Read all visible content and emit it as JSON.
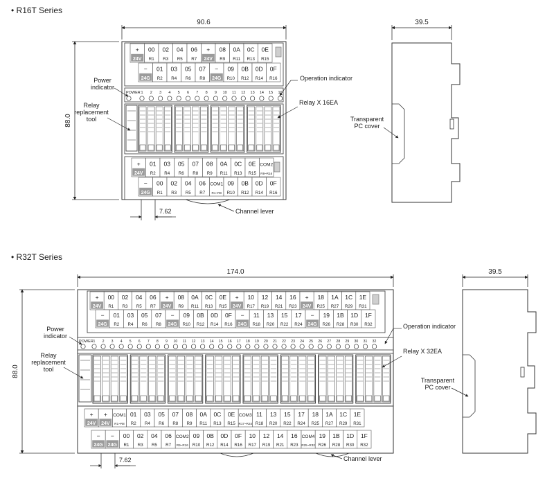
{
  "r16": {
    "title": "• R16T Series",
    "dim_width": "90.6",
    "dim_height": "88.0",
    "dim_depth": "39.5",
    "pitch": "7.62",
    "label_power": [
      "Power",
      "indicator"
    ],
    "label_operation": "Operation indicator",
    "label_relay": "Relay X 16EA",
    "label_tool": [
      "Relay",
      "replacement",
      "tool"
    ],
    "label_cover": [
      "Transparent",
      "PC cover"
    ],
    "label_lever": "Channel lever",
    "power_text": "POWER",
    "led_numbers": [
      "1",
      "2",
      "3",
      "4",
      "5",
      "6",
      "7",
      "8",
      "9",
      "10",
      "11",
      "12",
      "13",
      "14",
      "15",
      "16"
    ],
    "top_upper": [
      {
        "t": "+",
        "b": "24V",
        "dark": true
      },
      {
        "t": "00",
        "b": "R1"
      },
      {
        "t": "02",
        "b": "R3"
      },
      {
        "t": "04",
        "b": "R5"
      },
      {
        "t": "06",
        "b": "R7"
      },
      {
        "t": "+",
        "b": "24V",
        "dark": true
      },
      {
        "t": "08",
        "b": "R9"
      },
      {
        "t": "0A",
        "b": "R11"
      },
      {
        "t": "0C",
        "b": "R13"
      },
      {
        "t": "0E",
        "b": "R15"
      }
    ],
    "top_lower": [
      {
        "t": "−",
        "b": "24G",
        "dark": true
      },
      {
        "t": "01",
        "b": "R2"
      },
      {
        "t": "03",
        "b": "R4"
      },
      {
        "t": "05",
        "b": "R6"
      },
      {
        "t": "07",
        "b": "R8"
      },
      {
        "t": "−",
        "b": "24G",
        "dark": true
      },
      {
        "t": "09",
        "b": "R10"
      },
      {
        "t": "0B",
        "b": "R12"
      },
      {
        "t": "0D",
        "b": "R14"
      },
      {
        "t": "0F",
        "b": "R16"
      }
    ],
    "bot_upper": [
      {
        "t": "+",
        "b": "24V",
        "dark": true
      },
      {
        "t": "01",
        "b": "R2"
      },
      {
        "t": "03",
        "b": "R4"
      },
      {
        "t": "05",
        "b": "R6"
      },
      {
        "t": "07",
        "b": "R8"
      },
      {
        "t": "08",
        "b": "R9"
      },
      {
        "t": "0A",
        "b": "R11"
      },
      {
        "t": "0C",
        "b": "R13"
      },
      {
        "t": "0E",
        "b": "R15"
      },
      {
        "t": "COM2",
        "b": "R9~R16"
      }
    ],
    "bot_lower": [
      {
        "t": "−",
        "b": "24G",
        "dark": true
      },
      {
        "t": "00",
        "b": "R1"
      },
      {
        "t": "02",
        "b": "R3"
      },
      {
        "t": "04",
        "b": "R5"
      },
      {
        "t": "06",
        "b": "R7"
      },
      {
        "t": "COM1",
        "b": "R1~R8"
      },
      {
        "t": "09",
        "b": "R10"
      },
      {
        "t": "0B",
        "b": "R12"
      },
      {
        "t": "0D",
        "b": "R14"
      },
      {
        "t": "0F",
        "b": "R16"
      }
    ]
  },
  "r32": {
    "title": "• R32T Series",
    "dim_width": "174.0",
    "dim_height": "88.0",
    "dim_depth": "39.5",
    "pitch": "7.62",
    "label_power": [
      "Power",
      "indicator"
    ],
    "label_operation": "Operation indicator",
    "label_relay": "Relay X 32EA",
    "label_tool": [
      "Relay",
      "replacement",
      "tool"
    ],
    "label_cover": [
      "Transparent",
      "PC cover"
    ],
    "label_lever": "Channel lever",
    "power_text": "POWER",
    "led_numbers": [
      "1",
      "2",
      "3",
      "4",
      "5",
      "6",
      "7",
      "8",
      "9",
      "10",
      "11",
      "12",
      "13",
      "14",
      "15",
      "16",
      "17",
      "18",
      "19",
      "20",
      "21",
      "22",
      "23",
      "24",
      "25",
      "26",
      "27",
      "28",
      "29",
      "30",
      "31",
      "32"
    ],
    "top_upper": [
      {
        "t": "+",
        "b": "24V",
        "dark": true
      },
      {
        "t": "00",
        "b": "R1"
      },
      {
        "t": "02",
        "b": "R3"
      },
      {
        "t": "04",
        "b": "R5"
      },
      {
        "t": "06",
        "b": "R7"
      },
      {
        "t": "+",
        "b": "24V",
        "dark": true
      },
      {
        "t": "08",
        "b": "R9"
      },
      {
        "t": "0A",
        "b": "R11"
      },
      {
        "t": "0C",
        "b": "R13"
      },
      {
        "t": "0E",
        "b": "R15"
      },
      {
        "t": "+",
        "b": "24V",
        "dark": true
      },
      {
        "t": "10",
        "b": "R17"
      },
      {
        "t": "12",
        "b": "R19"
      },
      {
        "t": "14",
        "b": "R21"
      },
      {
        "t": "16",
        "b": "R23"
      },
      {
        "t": "+",
        "b": "24V",
        "dark": true
      },
      {
        "t": "18",
        "b": "R25"
      },
      {
        "t": "1A",
        "b": "R27"
      },
      {
        "t": "1C",
        "b": "R29"
      },
      {
        "t": "1E",
        "b": "R31"
      }
    ],
    "top_lower": [
      {
        "t": "−",
        "b": "24G",
        "dark": true
      },
      {
        "t": "01",
        "b": "R2"
      },
      {
        "t": "03",
        "b": "R4"
      },
      {
        "t": "05",
        "b": "R6"
      },
      {
        "t": "07",
        "b": "R8"
      },
      {
        "t": "−",
        "b": "24G",
        "dark": true
      },
      {
        "t": "09",
        "b": "R10"
      },
      {
        "t": "0B",
        "b": "R12"
      },
      {
        "t": "0D",
        "b": "R14"
      },
      {
        "t": "0F",
        "b": "R16"
      },
      {
        "t": "−",
        "b": "24G",
        "dark": true
      },
      {
        "t": "11",
        "b": "R18"
      },
      {
        "t": "13",
        "b": "R20"
      },
      {
        "t": "15",
        "b": "R22"
      },
      {
        "t": "17",
        "b": "R24"
      },
      {
        "t": "−",
        "b": "24G",
        "dark": true
      },
      {
        "t": "19",
        "b": "R26"
      },
      {
        "t": "1B",
        "b": "R28"
      },
      {
        "t": "1D",
        "b": "R30"
      },
      {
        "t": "1F",
        "b": "R32"
      }
    ],
    "bot_upper": [
      {
        "t": "+",
        "b": "24V",
        "dark": true
      },
      {
        "t": "+",
        "b": "24V",
        "dark": true
      },
      {
        "t": "COM1",
        "b": "R1~R8"
      },
      {
        "t": "01",
        "b": "R2"
      },
      {
        "t": "03",
        "b": "R4"
      },
      {
        "t": "05",
        "b": "R6"
      },
      {
        "t": "07",
        "b": "R8"
      },
      {
        "t": "08",
        "b": "R9"
      },
      {
        "t": "0A",
        "b": "R11"
      },
      {
        "t": "0C",
        "b": "R13"
      },
      {
        "t": "0E",
        "b": "R15"
      },
      {
        "t": "COM3",
        "b": "R17~R24"
      },
      {
        "t": "11",
        "b": "R18"
      },
      {
        "t": "13",
        "b": "R20"
      },
      {
        "t": "15",
        "b": "R22"
      },
      {
        "t": "17",
        "b": "R24"
      },
      {
        "t": "18",
        "b": "R25"
      },
      {
        "t": "1A",
        "b": "R27"
      },
      {
        "t": "1C",
        "b": "R29"
      },
      {
        "t": "1E",
        "b": "R31"
      }
    ],
    "bot_lower": [
      {
        "t": "−",
        "b": "24G",
        "dark": true
      },
      {
        "t": "−",
        "b": "24G",
        "dark": true
      },
      {
        "t": "00",
        "b": "R1"
      },
      {
        "t": "02",
        "b": "R3"
      },
      {
        "t": "04",
        "b": "R5"
      },
      {
        "t": "06",
        "b": "R7"
      },
      {
        "t": "COM2",
        "b": "R9~R16"
      },
      {
        "t": "09",
        "b": "R10"
      },
      {
        "t": "0B",
        "b": "R12"
      },
      {
        "t": "0D",
        "b": "R14"
      },
      {
        "t": "0F",
        "b": "R16"
      },
      {
        "t": "10",
        "b": "R17"
      },
      {
        "t": "12",
        "b": "R19"
      },
      {
        "t": "14",
        "b": "R21"
      },
      {
        "t": "16",
        "b": "R23"
      },
      {
        "t": "COM4",
        "b": "R25~R32"
      },
      {
        "t": "19",
        "b": "R26"
      },
      {
        "t": "1B",
        "b": "R28"
      },
      {
        "t": "1D",
        "b": "R30"
      },
      {
        "t": "1F",
        "b": "R32"
      }
    ]
  }
}
